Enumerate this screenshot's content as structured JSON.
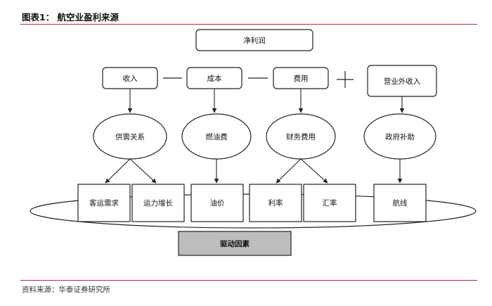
{
  "figure": {
    "title": "图表1：  航空业盈利来源",
    "source": "资料来源：华泰证券研究所"
  },
  "diagram": {
    "top": "净利润",
    "level1": [
      "收入",
      "成本",
      "费用",
      "营业外收入"
    ],
    "operators": [
      "—",
      "—",
      "+"
    ],
    "level2": [
      "供需关系",
      "燃油费",
      "财务费用",
      "政府补助"
    ],
    "level3": [
      "客运需求",
      "运力增长",
      "油价",
      "利率",
      "汇率",
      "航线"
    ],
    "bottom": "驱动因素"
  }
}
